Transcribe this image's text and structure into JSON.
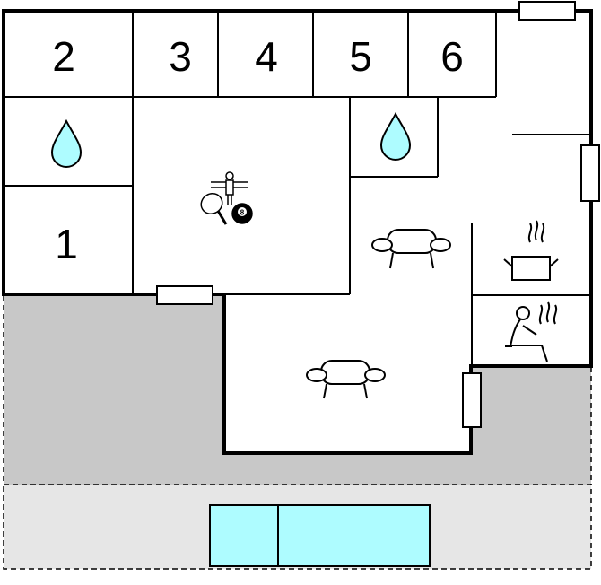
{
  "rooms": {
    "bedrooms": [
      "2",
      "3",
      "4",
      "5",
      "6",
      "1"
    ]
  },
  "icons": {
    "bathroom": "water-drop-icon",
    "game_room": "table-football-ping-pong-billiard-icon",
    "living": "sofa-icon",
    "kitchen": "cooking-pot-icon",
    "sauna": "sauna-icon"
  },
  "colors": {
    "wall": "#000000",
    "floor": "#ffffff",
    "terrace": "#c8c8c8",
    "garden": "#e6e6e6",
    "water": "#aefcff"
  }
}
